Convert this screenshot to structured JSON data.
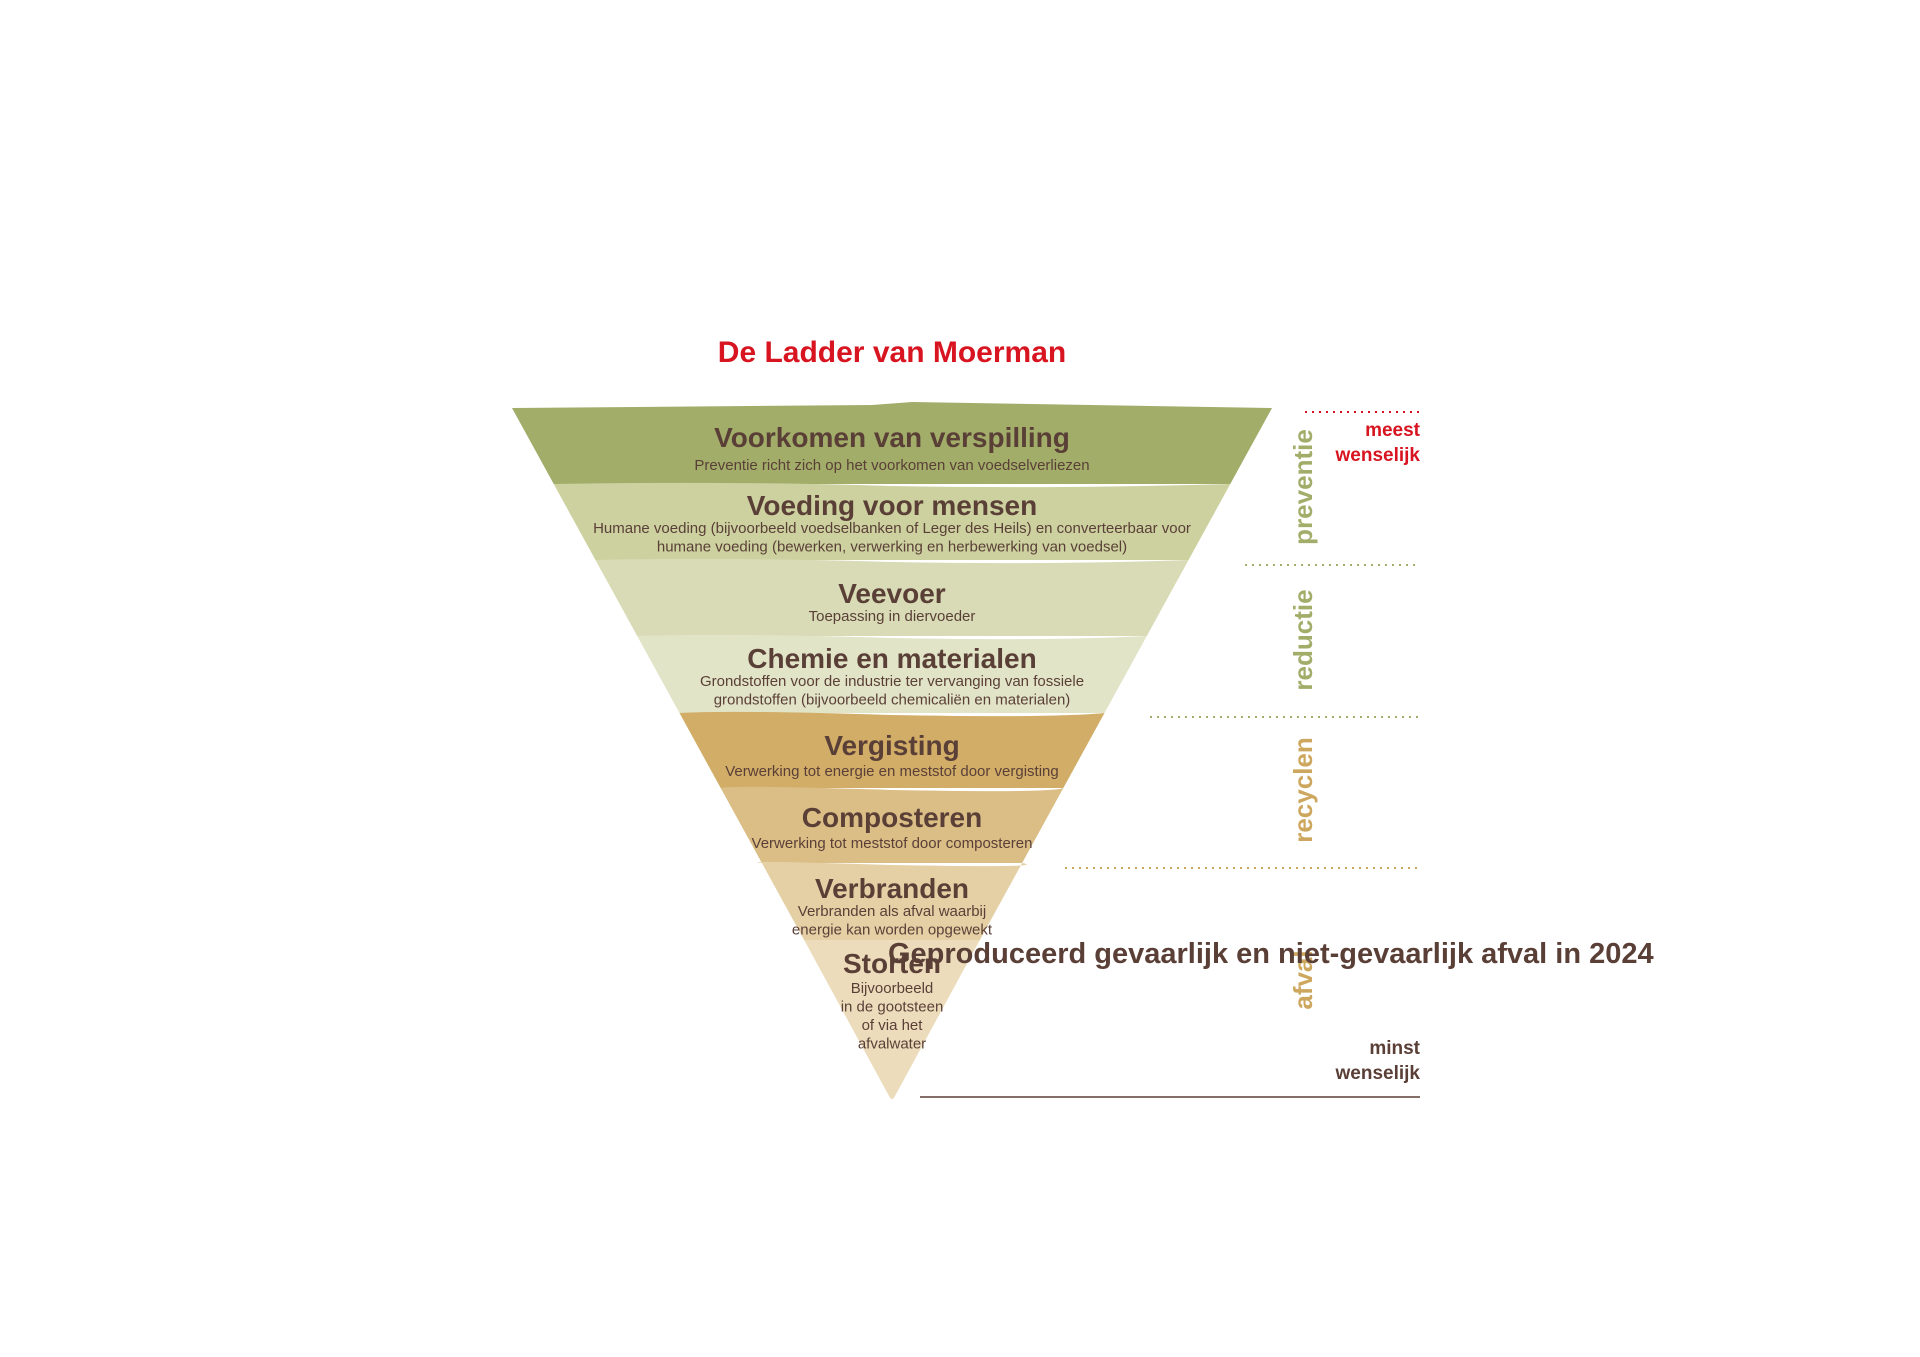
{
  "title": "De Ladder van Moerman",
  "overlay_text": "Geproduceerd gevaarlijk en niet-gevaarlijk afval in 2024",
  "levels": [
    {
      "title": "Voorkomen van verspilling",
      "desc": [
        "Preventie richt zich op het voorkomen van voedselverliezen"
      ],
      "color": "#a2ad6a"
    },
    {
      "title": "Voeding voor mensen",
      "desc": [
        "Humane voeding (bijvoorbeeld voedselbanken of Leger des Heils) en converteerbaar voor",
        "humane voeding (bewerken, verwerking en herbewerking van voedsel)"
      ],
      "color": "#ccd19f"
    },
    {
      "title": "Veevoer",
      "desc": [
        "Toepassing in diervoeder"
      ],
      "color": "#d8dbb5"
    },
    {
      "title": "Chemie en materialen",
      "desc": [
        "Grondstoffen voor de industrie ter vervanging van fossiele",
        "grondstoffen (bijvoorbeeld chemicaliën en materialen)"
      ],
      "color": "#e2e4c7"
    },
    {
      "title": "Vergisting",
      "desc": [
        "Verwerking tot energie en meststof door vergisting"
      ],
      "color": "#d2ad68"
    },
    {
      "title": "Composteren",
      "desc": [
        "Verwerking tot meststof door composteren"
      ],
      "color": "#dbbe86"
    },
    {
      "title": "Verbranden",
      "desc": [
        "Verbranden als afval waarbij",
        "energie kan worden opgewekt"
      ],
      "color": "#e5d0a6"
    },
    {
      "title": "Storten",
      "desc": [
        "Bijvoorbeeld",
        "in de gootsteen",
        "of via het",
        "afvalwater"
      ],
      "color": "#ecdcbb"
    }
  ],
  "categories": [
    {
      "label": "preventie",
      "color": "#a2ad6a"
    },
    {
      "label": "reductie",
      "color": "#a2ad6a"
    },
    {
      "label": "recyclen",
      "color": "#cda75e"
    },
    {
      "label": "afval",
      "color": "#cda75e"
    }
  ],
  "separator_colors": [
    "#d7141f",
    "#a2ad6a",
    "#a2ad6a",
    "#cda75e"
  ],
  "top_label": [
    "meest",
    "wenselijk"
  ],
  "bottom_label": [
    "minst",
    "wenselijk"
  ],
  "bottom_line_color": "#5a3f37"
}
